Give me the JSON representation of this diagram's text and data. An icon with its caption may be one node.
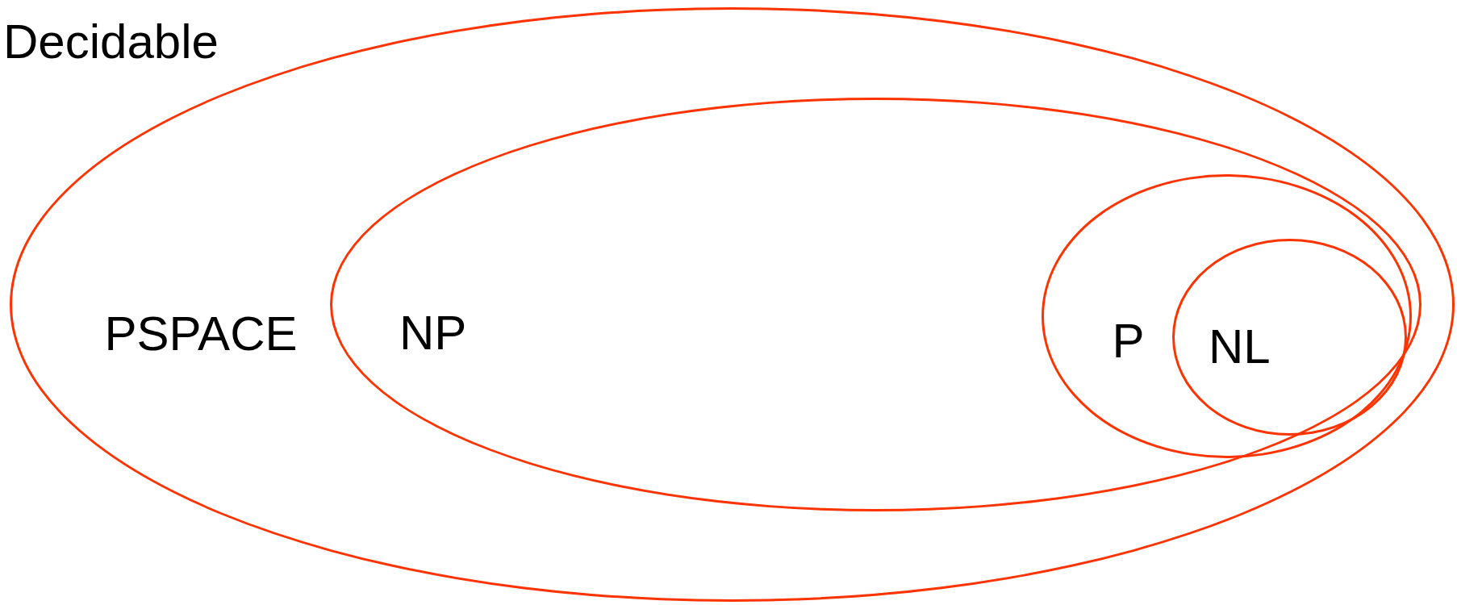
{
  "diagram": {
    "nodes": [
      {
        "text": [
          "PSPACE"
        ]
      },
      {
        "text": [
          "NP"
        ],
        "in": 0
      },
      {
        "text": [
          "P"
        ],
        "in": 1
      },
      {
        "text": [
          "NL"
        ],
        "in": 2
      }
    ],
    "labels": [
      "Decidable"
    ]
  }
}
